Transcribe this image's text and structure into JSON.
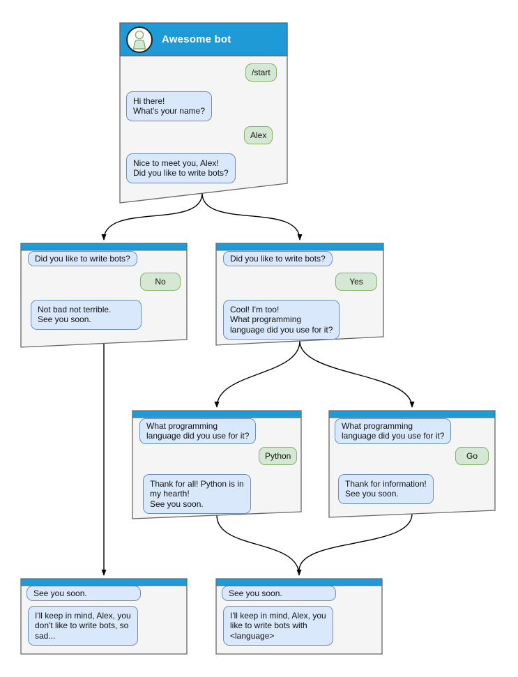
{
  "colors": {
    "header_blue": "#1E9BD7",
    "window_fill": "#F5F5F5",
    "window_border": "#666666",
    "bot_bubble_fill": "#DAE8FC",
    "bot_bubble_border": "#6C8EBF",
    "user_bubble_fill": "#D5E8D4",
    "user_bubble_border": "#82B366",
    "connector": "#000000"
  },
  "windows": {
    "bot": {
      "title": "Awesome bot",
      "avatar": "person-icon",
      "messages": {
        "start": "/start",
        "greeting": "Hi there!\nWhat's your name?",
        "name": "Alex",
        "meet": "Nice to meet you, Alex!\nDid you like to write bots?"
      }
    },
    "branch_no": {
      "question": "Did you like to write bots?",
      "answer": "No",
      "reply": "Not bad not terrible.\nSee you soon."
    },
    "branch_yes": {
      "question": "Did you like to write bots?",
      "answer": "Yes",
      "reply": "Cool! I'm too!\nWhat programming\nlanguage did you use for it?"
    },
    "branch_python": {
      "question": "What programming\nlanguage did you use for it?",
      "answer": "Python",
      "reply": "Thank for all! Python is in\nmy hearth!\nSee you soon."
    },
    "branch_go": {
      "question": "What programming\nlanguage did you use for it?",
      "answer": "Go",
      "reply": "Thank for information!\nSee you soon."
    },
    "end_no": {
      "question": "See you soon.",
      "reply": "I'll keep in mind, Alex, you\ndon't like to write bots, so\nsad..."
    },
    "end_yes": {
      "question": "See you soon.",
      "reply": "I'll keep in mind, Alex, you\nlike to write bots with\n<language>"
    }
  }
}
